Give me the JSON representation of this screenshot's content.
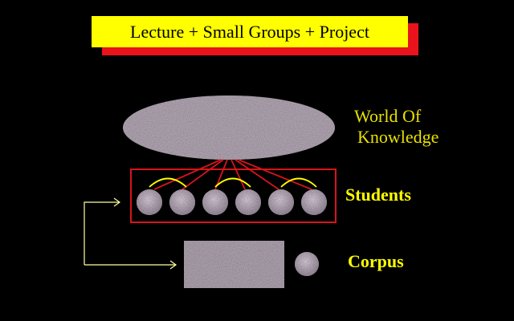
{
  "title": "Lecture + Small Groups + Project",
  "world_label_line1": "World Of",
  "world_label_line2": "Knowledge",
  "students_label": "Students",
  "corpus_label": "Corpus",
  "colors": {
    "background": "#000000",
    "title_box": "#ffff00",
    "title_shadow": "#e8131b",
    "labels": "#ffff00",
    "connector_lines": "#d8141b",
    "group_arcs": "#ffff00",
    "arrows": "#ffff99"
  }
}
